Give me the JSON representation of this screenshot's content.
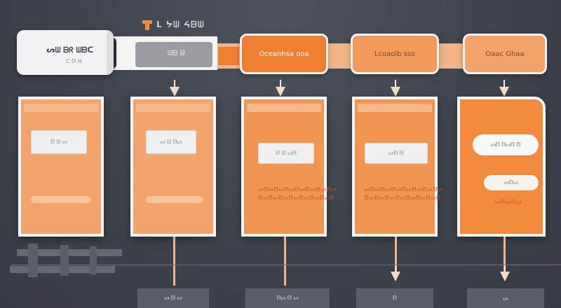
{
  "header": {
    "logo_text": "ᒪ ᔭᗯ ᔦᗷᗯ"
  },
  "banner": {
    "left_title": "ᔕᗯ ᗷᖇ ᗯᗷᑕ",
    "left_sub": "ᑕ ᗷ ᕼ",
    "gray_label": "ᗯᗷ ᗷ",
    "steps": [
      "Oceanhsa ooa",
      "Lcoaolb sso",
      "Oaac Ghaa"
    ]
  },
  "cards": [
    {
      "input": "ᗷ ᗯ ᔕ",
      "has_pill": true
    },
    {
      "input": "ᔕ ᗯ ᗷᔕ",
      "has_pill": true
    },
    {
      "input": "ᗷ ᗯ ᔕᗷ",
      "code_a": "ᔕᗷᔕᗷᔕᗷᔕᗷᔕᗷᔕᗷᔕᗷᔕ",
      "code_b": "ᗷᔕᗷᔕᗷᔕᗷᔕᗷᔕᗷᔕᗷᔕᗷ"
    },
    {
      "input": "ᔕᗷ ᗷ",
      "code_a": "ᔕᗷᔕᗷᔕᗷᔕᗷᔕᗷᔕᗷᔕᗷᔕ",
      "code_b": "ᗷᔕᗷᔕᗷᔕᗷᔕᗷᔕᗷᔕᗷᔕᗷ"
    },
    {
      "pill_text": "ᔕᗷ ᗷᔕᗷ ᗷ",
      "mini_text": "ᔕᗷᔕ",
      "code_a": "ᔕᗷᔕᗷᔕ"
    }
  ],
  "base_tabs": [
    "ᔕ ᗷ ᔕ",
    "ᗷᔕ ᗷ ᔕ",
    "ᗷ",
    "ᔕ"
  ]
}
